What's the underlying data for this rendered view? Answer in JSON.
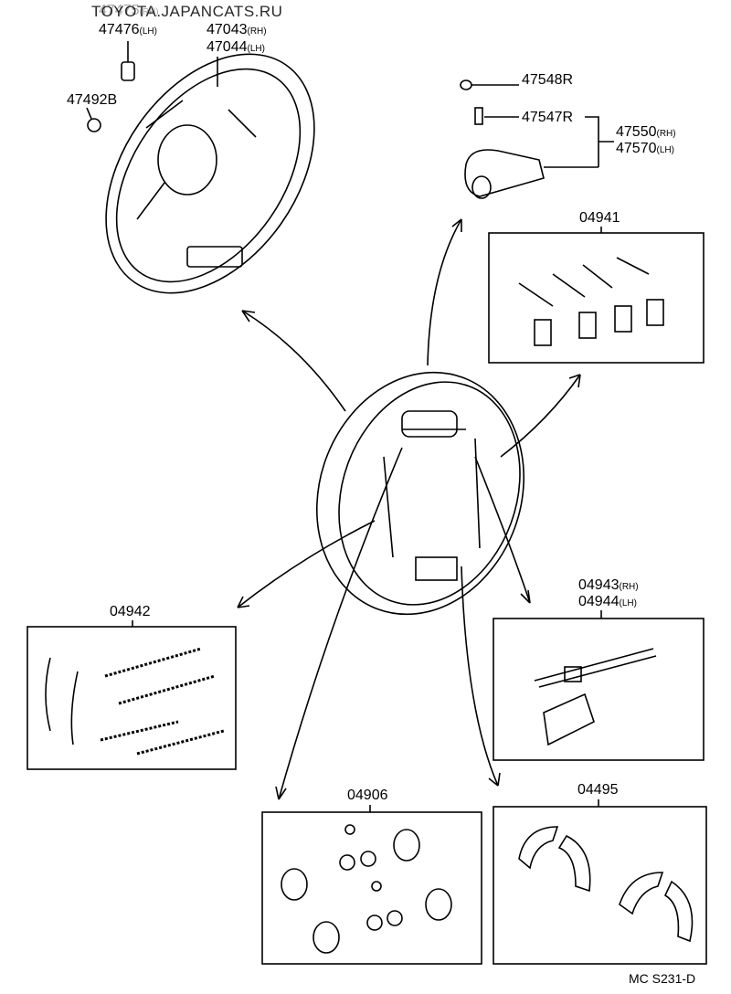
{
  "watermark": "TOYOTA.JAPANCATS.RU",
  "parts": {
    "p47475": {
      "num": "47475",
      "side": "(RH)"
    },
    "p47476": {
      "num": "47476",
      "side": "(LH)"
    },
    "p47043": {
      "num": "47043",
      "side": "(RH)"
    },
    "p47044": {
      "num": "47044",
      "side": "(LH)"
    },
    "p47492B": {
      "num": "47492B"
    },
    "p47548R": {
      "num": "47548R"
    },
    "p47547R": {
      "num": "47547R"
    },
    "p47550": {
      "num": "47550",
      "side": "(RH)"
    },
    "p47570": {
      "num": "47570",
      "side": "(LH)"
    },
    "p04941": {
      "num": "04941"
    },
    "p04942": {
      "num": "04942"
    },
    "p04943": {
      "num": "04943",
      "side": "(RH)"
    },
    "p04944": {
      "num": "04944",
      "side": "(LH)"
    },
    "p04906": {
      "num": "04906"
    },
    "p04495": {
      "num": "04495"
    }
  },
  "diagram_code": "MC S231-D"
}
